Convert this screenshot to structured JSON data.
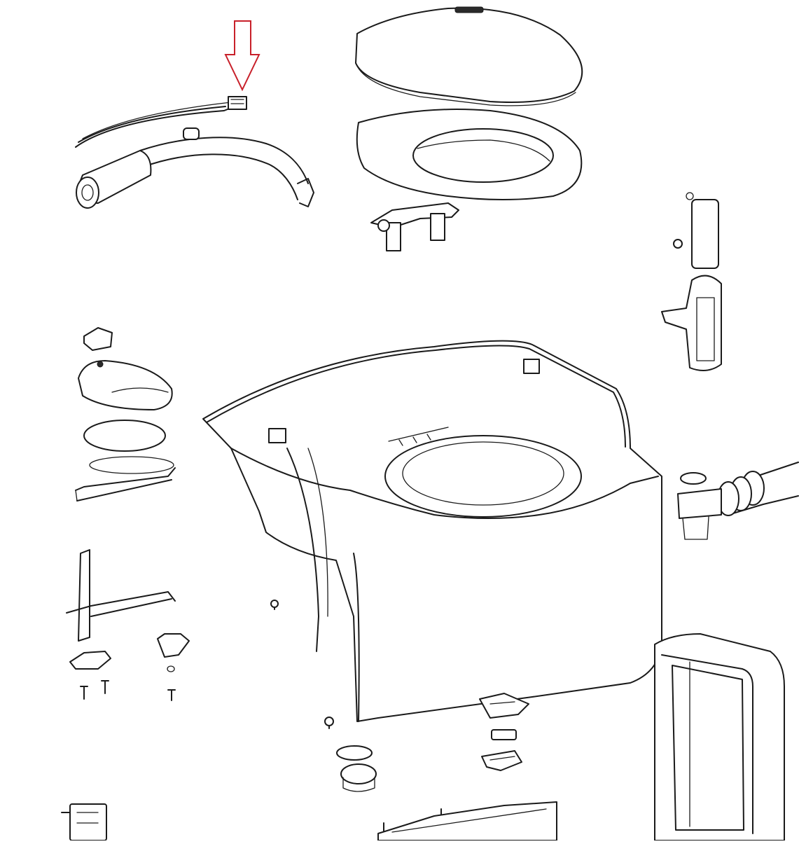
{
  "diagram": {
    "background": "#ffffff",
    "line_color": "#1a1a1a",
    "highlight_arrow": {
      "color": "#c8202a",
      "points_to": "wiring-harness-connector"
    },
    "parts": [
      "wiring-harness-and-pump",
      "toilet-lid",
      "toilet-seat",
      "seat-hinge",
      "flush-button-assembly",
      "bowl-shroud-housing",
      "valve-blade-handle",
      "water-level-indicator",
      "drain-connector-with-bellows",
      "cassette-door",
      "ventilation-grille",
      "mounting-screws",
      "base-panel"
    ]
  }
}
